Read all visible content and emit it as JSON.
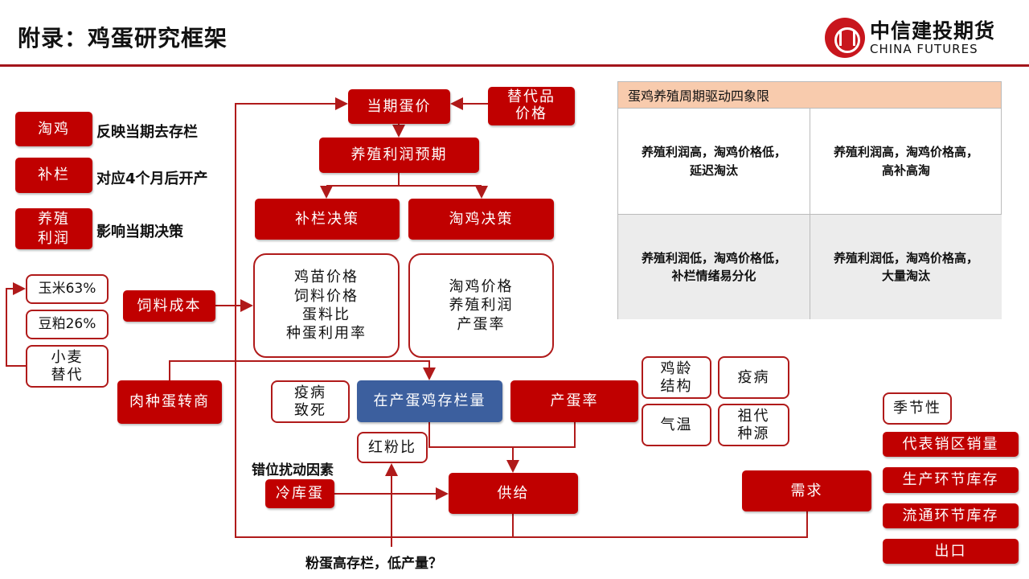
{
  "header": {
    "title": "附录：鸡蛋研究框架",
    "logo_cn": "中信建投期货",
    "logo_en": "CHINA FUTURES"
  },
  "legend": [
    {
      "tag": "淘鸡",
      "desc": "反映当期去存栏"
    },
    {
      "tag": "补栏",
      "desc": "对应4个月后开产"
    },
    {
      "tag": "养殖\n利润",
      "desc": "影响当期决策"
    }
  ],
  "nodes": {
    "current_price": "当期蛋价",
    "substitute": "替代品\n价格",
    "profit_expect": "养殖利润预期",
    "restock_decision": "补栏决策",
    "cull_decision": "淘鸡决策",
    "restock_factors": "鸡苗价格\n饲料价格\n蛋料比\n种蛋利用率",
    "cull_factors": "淘鸡价格\n养殖利润\n产蛋率",
    "corn": "玉米63%",
    "soymeal": "豆粕26%",
    "wheat": "小麦\n替代",
    "feed_cost": "饲料成本",
    "breeder_transfer": "肉种蛋转商",
    "disease_death": "疫病\n致死",
    "layer_inventory": "在产蛋鸡存栏量",
    "laying_rate": "产蛋率",
    "age_structure": "鸡龄\n结构",
    "disease": "疫病",
    "temperature": "气温",
    "grandparent": "祖代\n种源",
    "red_pink_ratio": "红粉比",
    "dislocation_label": "错位扰动因素",
    "cold_storage": "冷库蛋",
    "supply": "供给",
    "demand": "需求",
    "seasonality": "季节性",
    "sales_volume": "代表销区销量",
    "production_inventory": "生产环节库存",
    "circulation_inventory": "流通环节库存",
    "export": "出口",
    "question": "粉蛋高存栏，低产量？"
  },
  "quadrant": {
    "title": "蛋鸡养殖周期驱动四象限",
    "cells": [
      "养殖利润高，淘鸡价格低，\n延迟淘汰",
      "养殖利润高，淘鸡价格高，\n高补高淘",
      "养殖利润低，淘鸡价格低，\n补栏情绪易分化",
      "养殖利润低，淘鸡价格高，\n大量淘汰"
    ]
  },
  "colors": {
    "red": "#c00000",
    "blue": "#3c5f9e",
    "quad_header": "#f8cbad"
  }
}
